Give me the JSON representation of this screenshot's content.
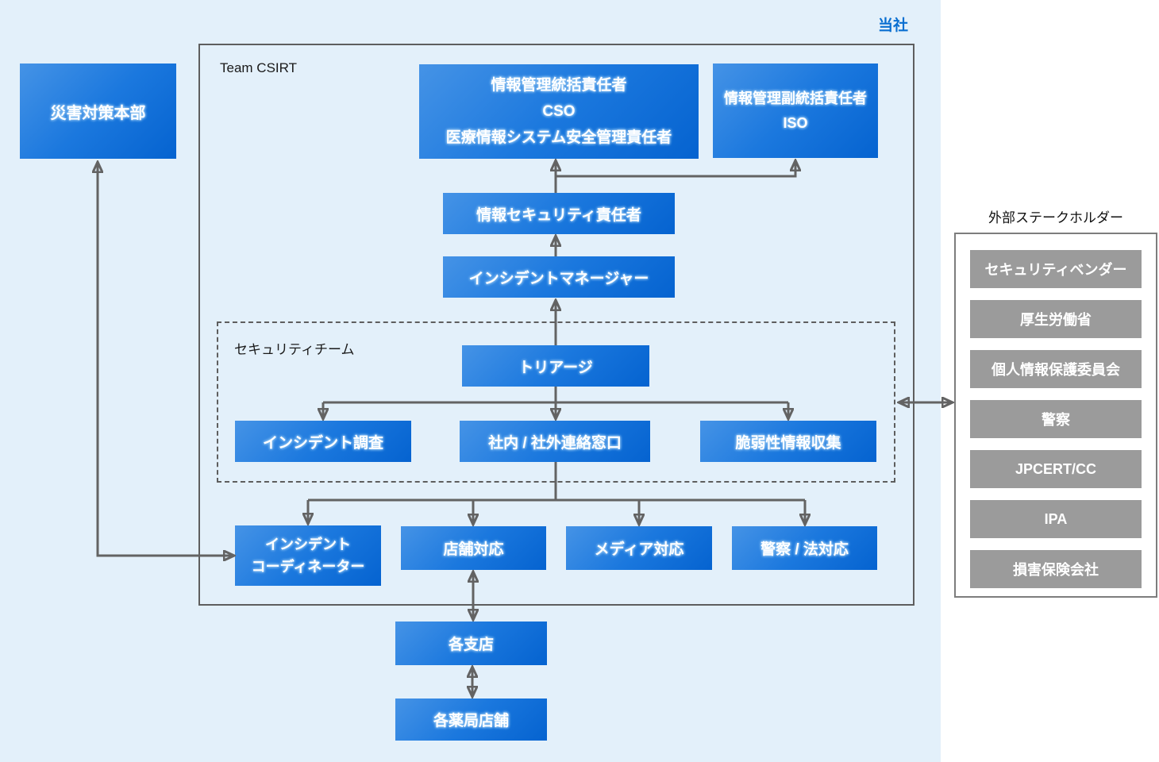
{
  "page": {
    "company_label": "当社"
  },
  "labels": {
    "team_csirt": "Team CSIRT",
    "security_team": "セキュリティチーム"
  },
  "nodes": {
    "disaster_hq": "災害対策本部",
    "chief_line1": "情報管理統括責任者",
    "chief_line2": "CSO",
    "chief_line3": "医療情報システム安全管理責任者",
    "deputy_line1": "情報管理副統括責任者",
    "deputy_line2": "ISO",
    "security_officer": "情報セキュリティ責任者",
    "incident_manager": "インシデントマネージャー",
    "triage": "トリアージ",
    "incident_investigation": "インシデント調査",
    "contact_desk": "社内 / 社外連絡窓口",
    "vulnerability_collection": "脆弱性情報収集",
    "coordinator_line1": "インシデント",
    "coordinator_line2": "コーディネーター",
    "store_response": "店舗対応",
    "media_response": "メディア対応",
    "police_legal_response": "警察 / 法対応",
    "branches": "各支店",
    "pharmacy_stores": "各薬局店舗"
  },
  "external": {
    "title": "外部ステークホルダー",
    "items": [
      "セキュリティベンダー",
      "厚生労働省",
      "個人情報保護委員会",
      "警察",
      "JPCERT/CC",
      "IPA",
      "損害保険会社"
    ]
  },
  "colors": {
    "background_panel": "#e3f0fa",
    "node_gradient_start": "#4593e6",
    "node_gradient_end": "#0563d0",
    "external_item_gray": "#9b9b9b",
    "border_gray": "#5e5e5e",
    "arrow_gray": "#636363",
    "accent_blue_text": "#0a6fd1"
  }
}
